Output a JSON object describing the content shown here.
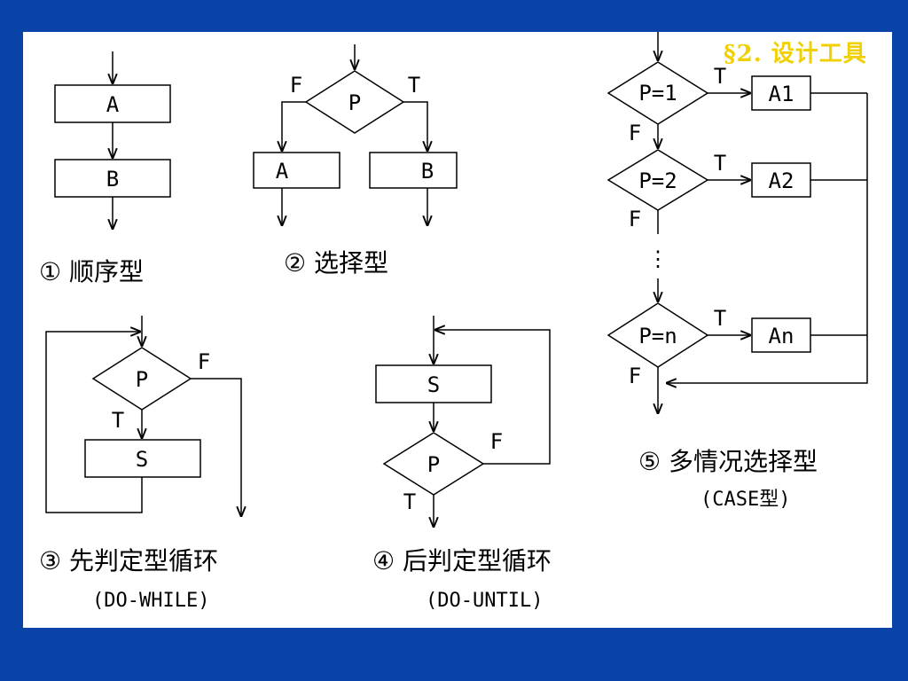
{
  "header": {
    "section_title": "§2. 设计工具"
  },
  "sequence": {
    "box_a": "A",
    "box_b": "B",
    "caption": "① 顺序型"
  },
  "selection": {
    "cond": "P",
    "false_label": "F",
    "true_label": "T",
    "box_a": "A",
    "box_b": "B",
    "caption": "② 选择型"
  },
  "do_while": {
    "cond": "P",
    "false_label": "F",
    "true_label": "T",
    "box_s": "S",
    "caption": "③ 先判定型循环",
    "subcaption": "(DO-WHILE)"
  },
  "do_until": {
    "box_s": "S",
    "cond": "P",
    "false_label": "F",
    "true_label": "T",
    "caption": "④ 后判定型循环",
    "subcaption": "(DO-UNTIL)"
  },
  "case": {
    "branches": [
      {
        "cond": "P=1",
        "true_label": "T",
        "false_label": "F",
        "action": "A1"
      },
      {
        "cond": "P=2",
        "true_label": "T",
        "false_label": "F",
        "action": "A2"
      },
      {
        "cond": "P=n",
        "true_label": "T",
        "false_label": "F",
        "action": "An"
      }
    ],
    "ellipsis": "⋮",
    "caption": "⑤ 多情况选择型",
    "subcaption": "(CASE型)"
  }
}
